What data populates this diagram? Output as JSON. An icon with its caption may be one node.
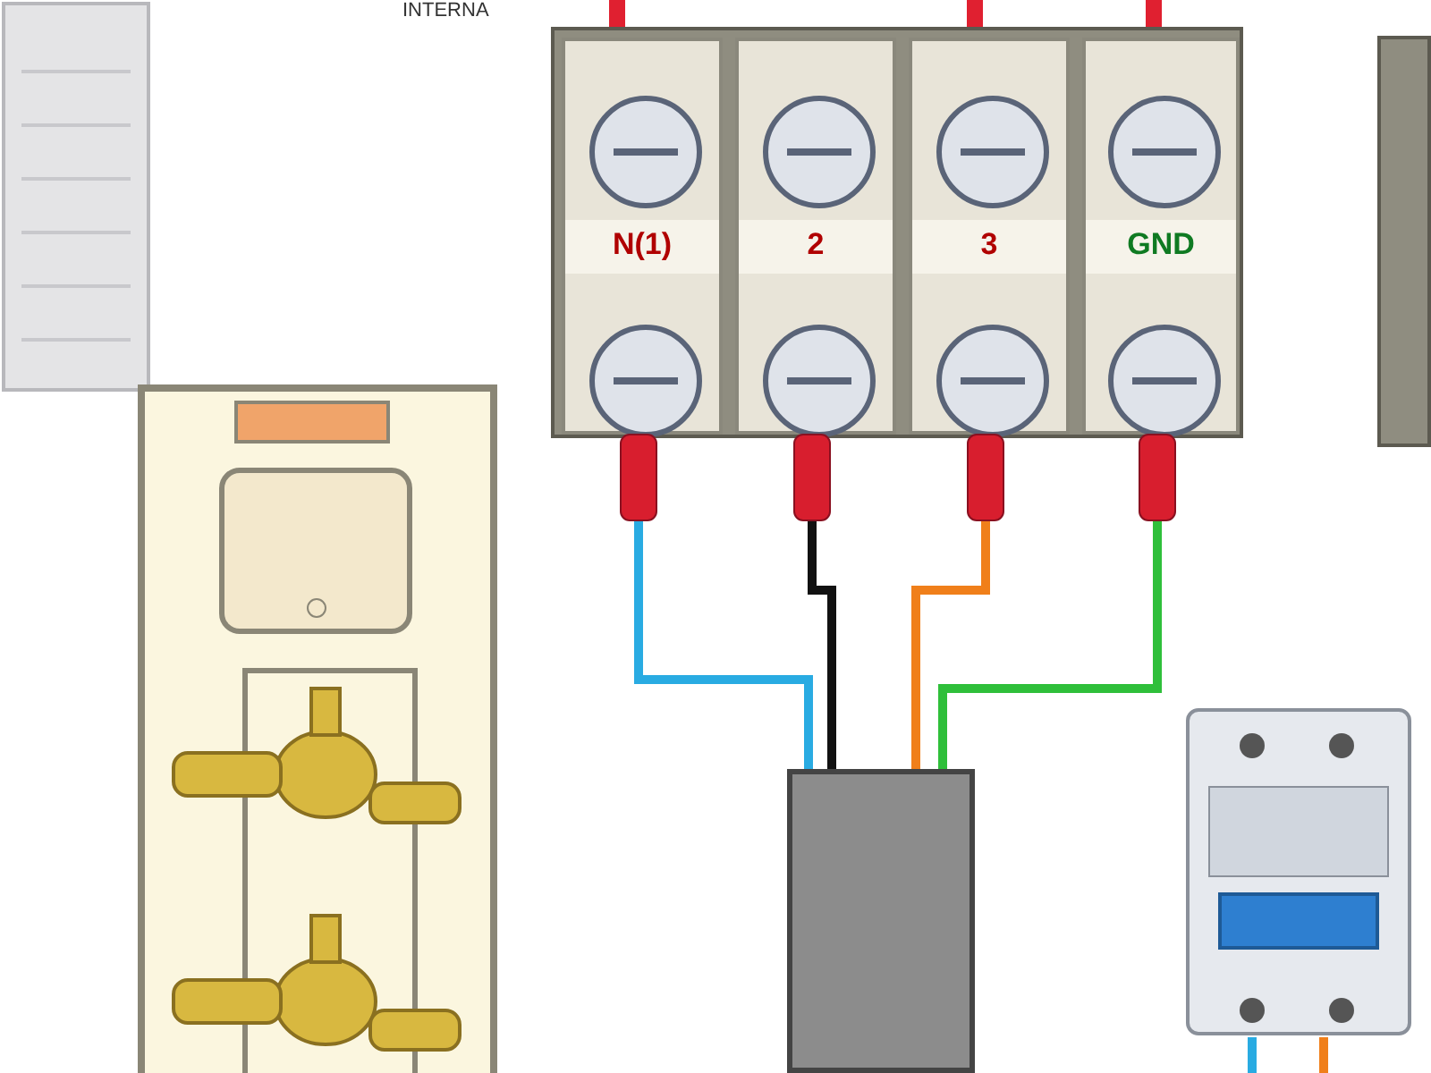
{
  "diagram": {
    "nodes": [
      {
        "text": [],
        "shape": "box"
      },
      {
        "text": [
          "N(1)"
        ],
        "in": 0
      },
      {
        "text": [
          "2"
        ],
        "in": 0
      },
      {
        "text": [
          "3"
        ],
        "in": 0
      },
      {
        "text": [
          "GND"
        ],
        "in": 0
      },
      {
        "text": [],
        "shape": "box"
      },
      {
        "text": [],
        "shape": "picture"
      },
      {
        "text": [],
        "shape": "picture"
      },
      {
        "text": [],
        "shape": "box"
      },
      {
        "text": [],
        "shape": "picture"
      }
    ],
    "edges": [
      {
        "from": 1,
        "to": 8,
        "arrow": "none",
        "color": "#29abe2"
      },
      {
        "from": 2,
        "to": 8,
        "arrow": "none",
        "color": "#111111"
      },
      {
        "from": 3,
        "to": 8,
        "arrow": "none",
        "color": "#f07f1a"
      },
      {
        "from": 4,
        "to": 8,
        "arrow": "none",
        "color": "#2fbf3a"
      },
      {
        "from": 1,
        "to": null,
        "arrow": "none",
        "style": "thick",
        "color": "#e02030"
      },
      {
        "from": 3,
        "to": null,
        "arrow": "none",
        "style": "thick",
        "color": "#e02030"
      },
      {
        "from": 4,
        "to": null,
        "arrow": "none",
        "style": "thick",
        "color": "#e02030"
      },
      {
        "from": 9,
        "to": null,
        "arrow": "none",
        "color": "#29abe2"
      },
      {
        "from": 9,
        "to": null,
        "arrow": "none",
        "color": "#f07f1a"
      }
    ],
    "labels": [
      "INTERNA"
    ]
  }
}
